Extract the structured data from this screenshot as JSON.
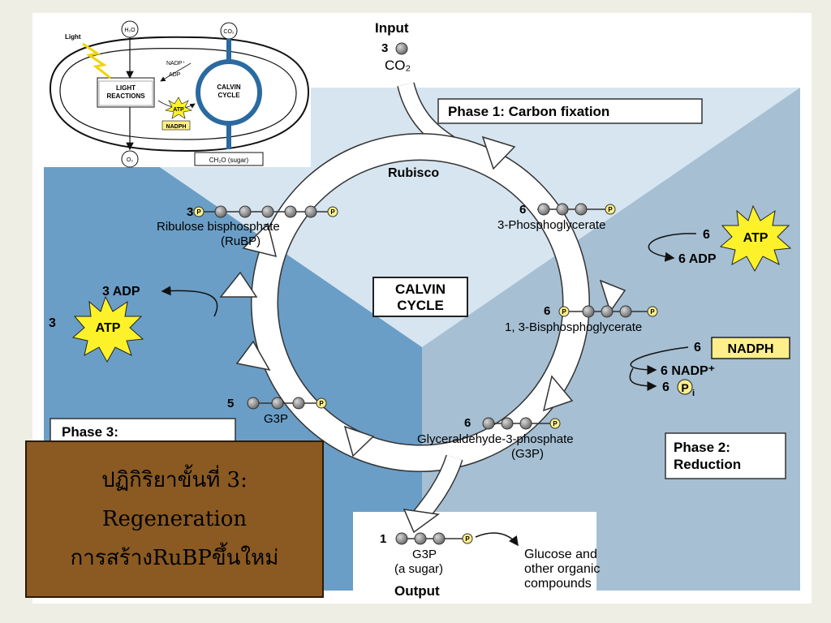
{
  "inset": {
    "light": "Light",
    "h2o": "H₂O",
    "co2": "CO₂",
    "nadp_plus": "NADP⁺",
    "adp": "ADP",
    "light_reactions_1": "LIGHT",
    "light_reactions_2": "REACTIONS",
    "atp": "ATP",
    "nadph": "NADPH",
    "calvin_1": "CALVIN",
    "calvin_2": "CYCLE",
    "o2": "O₂",
    "sugar": "CH₂O (sugar)"
  },
  "input": {
    "label": "Input",
    "count": "3",
    "molecule": "CO₂"
  },
  "phase1": {
    "label": "Phase 1: Carbon fixation"
  },
  "phase2": {
    "line1": "Phase 2:",
    "line2": "Reduction"
  },
  "phase3": {
    "label": "Phase 3:"
  },
  "rubisco": "Rubisco",
  "center": {
    "line1": "CALVIN",
    "line2": "CYCLE"
  },
  "pg3": {
    "count": "6",
    "name": "3-Phosphoglycerate"
  },
  "atp_right": {
    "count": "6",
    "label": "ATP",
    "adp": "6 ADP"
  },
  "bpg": {
    "count": "6",
    "name": "1, 3-Bisphosphoglycerate"
  },
  "nadph_right": {
    "count": "6",
    "label": "NADPH",
    "nadp": "6 NADP⁺",
    "pi_count": "6",
    "pi": "P",
    "pi_sub": "i"
  },
  "g3p_bottom": {
    "count": "6",
    "name1": "Glyceraldehyde-3-phosphate",
    "name2": "(G3P)"
  },
  "output": {
    "count": "1",
    "name1": "G3P",
    "name2": "(a sugar)",
    "label": "Output",
    "dest1": "Glucose and",
    "dest2": "other organic",
    "dest3": "compounds"
  },
  "g3p_left": {
    "count": "5",
    "name": "G3P"
  },
  "atp_left": {
    "count": "3",
    "label": "ATP",
    "adp": "3 ADP"
  },
  "rubp": {
    "count": "3",
    "name1": "Ribulose bisphosphate",
    "name2": "(RuBP)"
  },
  "phosphate": "P",
  "caption": {
    "line1": "ปฏิกิริยาขั้นที่ 3:",
    "line2": "Regeneration",
    "line3": "การสร้างRuBPขึ้นใหม่"
  },
  "colors": {
    "left_blue": "#6a9ec6",
    "right_blue": "#a6bfd3",
    "top_light": "#d6e5f0",
    "atp_yellow": "#fdf22a",
    "nadph_fill": "#fdef8a",
    "caption_bg": "#8a5a22"
  }
}
